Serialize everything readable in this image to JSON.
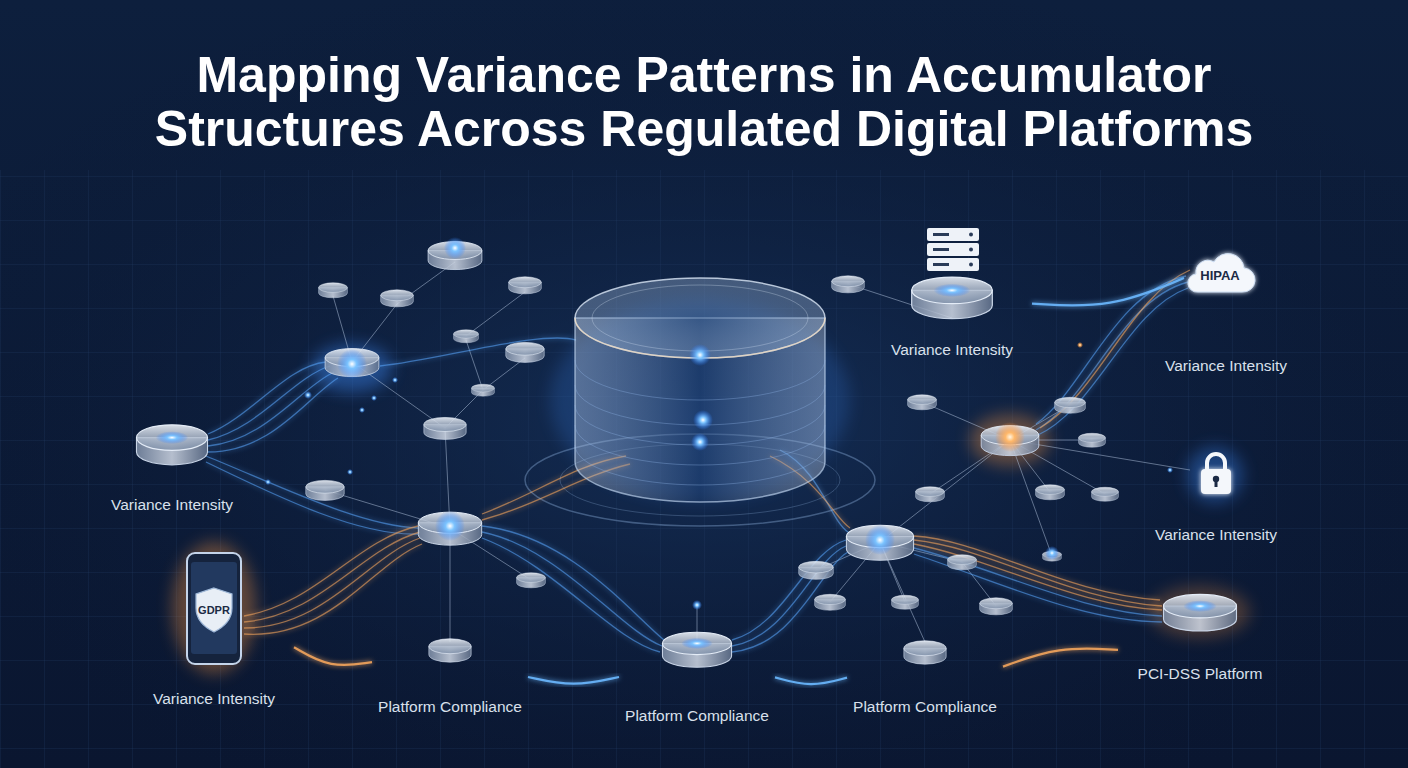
{
  "diagram": {
    "title": "Mapping Variance Patterns in Accumulator Structures Across Regulated Digital Platforms",
    "nodes": [
      {
        "text": [
          "HIPAA"
        ]
      },
      {
        "text": [
          "Variance Intensity"
        ]
      },
      {
        "text": [
          "Variance Intensity"
        ]
      },
      {
        "text": [
          "GDPR",
          "Variance Intensity"
        ]
      },
      {
        "text": [
          "Variance Intensity"
        ]
      },
      {
        "text": [
          "Platform Compliance"
        ]
      },
      {
        "text": [
          "Platform Compliance"
        ]
      },
      {
        "text": [
          "Platform Compliance"
        ]
      },
      {
        "text": [
          "PCI-DSS Platform"
        ]
      }
    ],
    "edges": [
      {
        "from": 0,
        "to": 1,
        "arrow": "none"
      },
      {
        "from": 3,
        "to": 5,
        "arrow": "none"
      },
      {
        "from": 5,
        "to": 6,
        "arrow": "none"
      },
      {
        "from": 6,
        "to": 7,
        "arrow": "none"
      },
      {
        "from": 7,
        "to": 8,
        "arrow": "none"
      }
    ],
    "labels": [
      "Variance Intensity"
    ]
  }
}
